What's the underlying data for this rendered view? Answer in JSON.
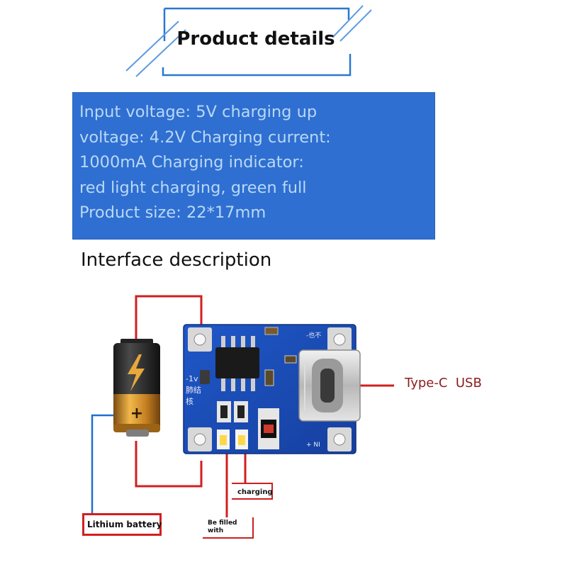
{
  "title": "Product details",
  "specs": {
    "lines": [
      "Input voltage: 5V charging up",
      "voltage: 4.2V Charging current:",
      "1000mA Charging indicator:",
      "red light charging, green full",
      "Product size: 22*17mm"
    ]
  },
  "interface_heading": "Interface description",
  "board_silkscreen": {
    "top_right": "-也不",
    "left_lines": [
      "-1v",
      "肺结",
      "核"
    ],
    "bottom_right": "+ NI"
  },
  "labels": {
    "typec": "Type-C  USB",
    "charging": "charging",
    "full_line1": "Be filled",
    "full_line2": "with",
    "battery": "Lithium battery"
  },
  "colors": {
    "panel_blue": "#2f6fd1",
    "panel_text": "#b9d8f6",
    "wire_red": "#d21f1f",
    "wire_blue": "#1e6fd0",
    "pcb_blue": "#1b4bb8",
    "title_frame_blue": "#2b78d0"
  }
}
